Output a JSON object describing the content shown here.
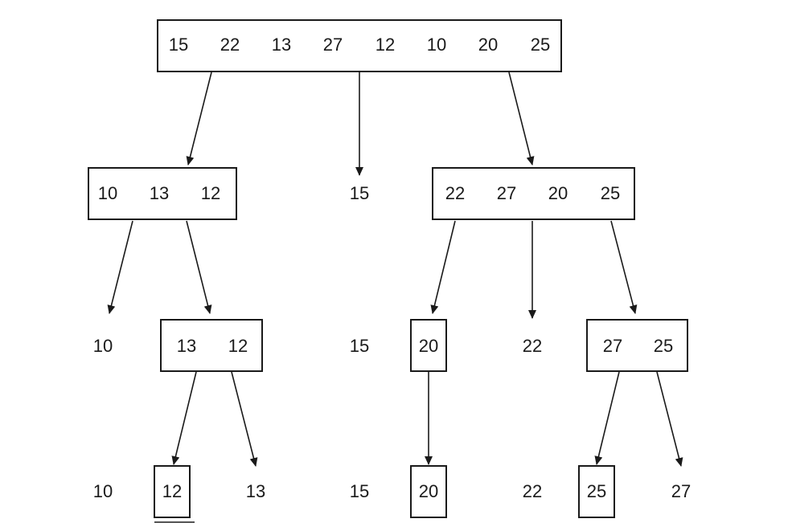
{
  "root": [
    "15",
    "22",
    "13",
    "27",
    "12",
    "10",
    "20",
    "25"
  ],
  "level1": {
    "left": [
      "10",
      "13",
      "12"
    ],
    "pivot": "15",
    "right": [
      "22",
      "27",
      "20",
      "25"
    ]
  },
  "level2": {
    "a": "10",
    "b": [
      "13",
      "12"
    ],
    "c": "15",
    "d": "20",
    "e": "22",
    "f": [
      "27",
      "25"
    ]
  },
  "level3": {
    "a": "10",
    "b": "12",
    "c": "13",
    "d": "15",
    "e": "20",
    "f": "22",
    "g": "25",
    "h": "27"
  }
}
